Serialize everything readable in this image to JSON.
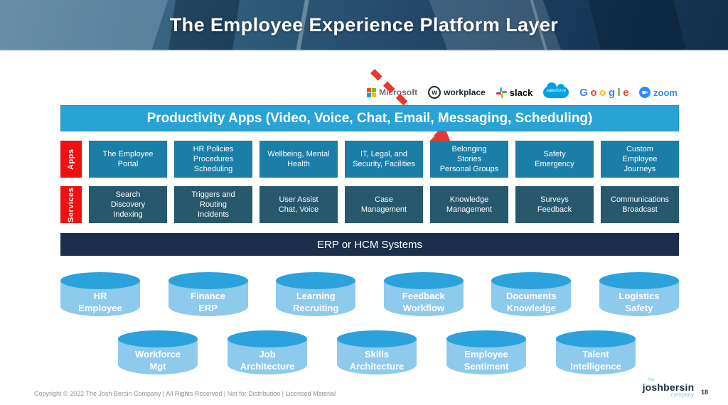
{
  "header": {
    "title": "The Employee Experience Platform Layer"
  },
  "logos": [
    {
      "name": "microsoft",
      "label": "Microsoft"
    },
    {
      "name": "workplace",
      "icon_letter": "w",
      "label": "workplace"
    },
    {
      "name": "slack",
      "label": "slack"
    },
    {
      "name": "salesforce",
      "label": "salesforce"
    },
    {
      "name": "google",
      "letters": [
        "G",
        "o",
        "o",
        "g",
        "l",
        "e"
      ]
    },
    {
      "name": "zoom",
      "label": "zoom"
    }
  ],
  "diagram": {
    "banner": "Productivity Apps (Video, Voice, Chat, Email, Messaging, Scheduling)",
    "apps_label": "Apps",
    "apps": [
      "The Employee\nPortal",
      "HR Policies\nProcedures\nScheduling",
      "Wellbeing, Mental\nHealth",
      "IT, Legal, and\nSecurity, Facilities",
      "Belonging\nStories\nPersonal Groups",
      "Safety\nEmergency",
      "Custom\nEmployee\nJourneys"
    ],
    "services_label": "Services",
    "services": [
      "Search\nDiscovery\nIndexing",
      "Triggers and\nRouting\nIncidents",
      "User Assist\nChat, Voice",
      "Case\nManagement",
      "Knowledge\nManagement",
      "Surveys\nFeedback",
      "Communications\nBroadcast"
    ],
    "erp_bar": "ERP or HCM Systems",
    "cylinders_row1": [
      "HR\nEmployee",
      "Finance\nERP",
      "Learning\nRecruiting",
      "Feedback\nWorkflow",
      "Documents\nKnowledge",
      "Logistics\nSafety"
    ],
    "cylinders_row2": [
      "Workforce\nMgt",
      "Job\nArchitecture",
      "Skills\nArchitecture",
      "Employee\nSentiment",
      "Talent\nIntelligence"
    ]
  },
  "footer": {
    "copyright": "Copyright © 2022 The Josh Bersin Company | All Rights Reserved | Not for Distribution | Licensed Material",
    "logo_the": "the",
    "logo_name": "joshbersin",
    "logo_company": "company",
    "page_number": "18"
  },
  "colors": {
    "banner_blue": "#29A3D6",
    "app_box_teal": "#1B7EA7",
    "service_box_dark_teal": "#27586C",
    "erp_navy": "#1B2E4B",
    "label_red": "#EE1111",
    "arrow_red": "#E8392E",
    "cylinder_body": "#8DCAEC",
    "cylinder_top": "#2BA2DB"
  }
}
